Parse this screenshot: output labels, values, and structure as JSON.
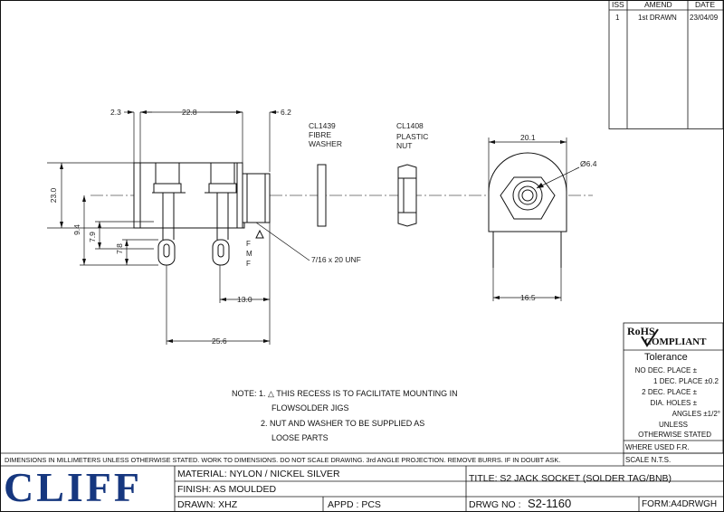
{
  "revision_table": {
    "headers": [
      "ISS",
      "AMEND",
      "DATE"
    ],
    "rows": [
      [
        "1",
        "1st DRAWN",
        "23/04/09"
      ]
    ]
  },
  "dimensions": {
    "d_2_3": "2.3",
    "d_22_8": "22.8",
    "d_6_2": "6.2",
    "d_23_0": "23.0",
    "d_9_4": "9.4",
    "d_7_9": "7.9",
    "d_7_8": "7.8",
    "d_13_0": "13.0",
    "d_25_6": "25.6",
    "d_20_1": "20.1",
    "d_dia_6_4": "Ø6.4",
    "d_16_5": "16.5"
  },
  "labels": {
    "washer": [
      "CL1439",
      "FIBRE",
      "WASHER"
    ],
    "nut": [
      "CL1408",
      "PLASTIC",
      "NUT"
    ],
    "thread": "7/16 x 20 UNF",
    "tag_letters": [
      "F",
      "M",
      "F"
    ]
  },
  "notes": {
    "prefix": "NOTE:",
    "lines": [
      "1. △ THIS RECESS IS TO FACILITATE MOUNTING IN",
      "FLOWSOLDER JIGS",
      "2. NUT AND WASHER TO BE SUPPLIED AS",
      "LOOSE PARTS"
    ]
  },
  "rohs": {
    "top": "RoHS",
    "bottom": "COMPLIANT"
  },
  "tolerance": {
    "title": "Tolerance",
    "lines": [
      "NO DEC. PLACE ±",
      "1 DEC. PLACE ±0.2",
      "2 DEC. PLACE ±",
      "DIA. HOLES ±",
      "ANGLES ±1/2°",
      "UNLESS",
      "OTHERWISE STATED"
    ],
    "where_used": "WHERE USED F.R.",
    "scale": "SCALE N.T.S."
  },
  "footer": {
    "disclaimer": "DIMENSIONS IN MILLIMETERS UNLESS OTHERWISE STATED. WORK TO DIMENSIONS. DO NOT SCALE DRAWING. 3rd ANGLE PROJECTION. REMOVE BURRS. IF IN DOUBT ASK.",
    "logo": "CLIFF",
    "material": "MATERIAL: NYLON / NICKEL SILVER",
    "finish": "FINISH: AS MOULDED",
    "drawn": "DRAWN: XHZ",
    "appd": "APPD : PCS",
    "title": "TITLE: S2 JACK SOCKET (SOLDER TAG/BNB)",
    "drwg_label": "DRWG NO :",
    "drwg_no": "S2-1160",
    "form": "FORM:A4DRWGH"
  },
  "colors": {
    "ink": "#111111",
    "logo": "#16377f",
    "axis": "#555555"
  }
}
